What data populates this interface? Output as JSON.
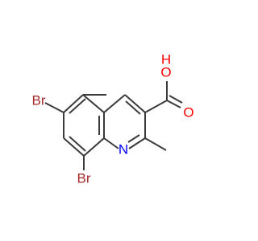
{
  "molecule": {
    "colors": {
      "bond": "#3a3a3a",
      "bromine": "#a52a2a",
      "nitrogen": "#0000ff",
      "oxygen": "#ff0000"
    },
    "atoms": {
      "br1": "Br",
      "br2": "Br",
      "nitrogen": "N",
      "hydroxyl_o": "O",
      "hydroxyl_h": "H",
      "carbonyl_o": "O"
    }
  }
}
